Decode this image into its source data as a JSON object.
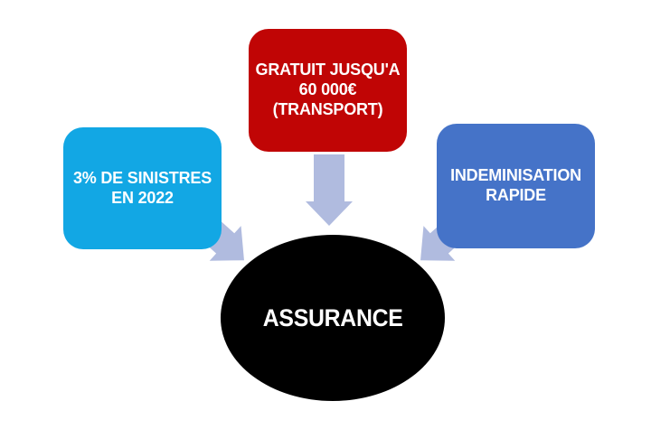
{
  "diagram": {
    "background": "#ffffff",
    "palette": {
      "left_box": "#12a7e4",
      "top_box": "#c00505",
      "right_box": "#4573c8",
      "arrow": "#b0bbdf",
      "center_ellipse": "#000000",
      "text": "#ffffff"
    },
    "boxes": [
      {
        "name": "sinistres",
        "lines": [
          "3% DE SINISTRES",
          "EN 2022"
        ]
      },
      {
        "name": "gratuit",
        "lines": [
          "GRATUIT JUSQU'A",
          "60 000€",
          "(TRANSPORT)"
        ]
      },
      {
        "name": "indemnisation",
        "lines": [
          "INDEMINISATION",
          "RAPIDE"
        ]
      }
    ],
    "center": {
      "label": "ASSURANCE"
    }
  }
}
